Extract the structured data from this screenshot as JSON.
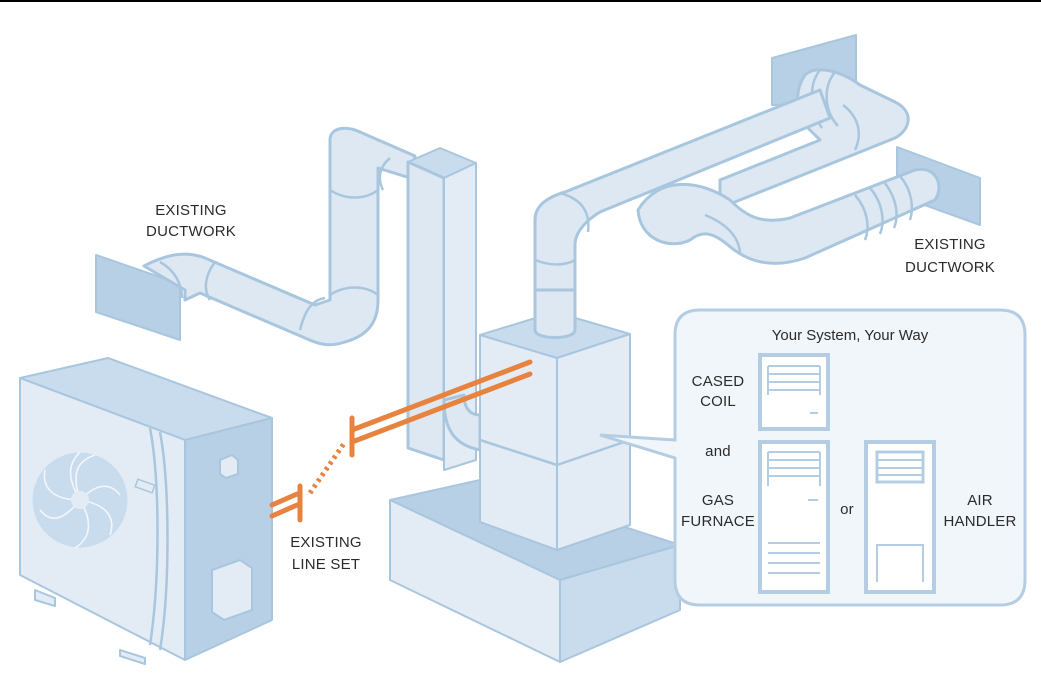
{
  "title": "Your System, Your Way",
  "labels": {
    "ductwork_left": [
      "EXISTING",
      "DUCTWORK"
    ],
    "ductwork_right": [
      "EXISTING",
      "DUCTWORK"
    ],
    "line_set": [
      "EXISTING",
      "LINE SET"
    ],
    "cased_coil": [
      "CASED",
      "COIL"
    ],
    "and": "and",
    "gas_furnace": [
      "GAS",
      "FURNACE"
    ],
    "or": "or",
    "air_handler": [
      "AIR",
      "HANDLER"
    ]
  },
  "colors": {
    "duct_fill": "#dde8f2",
    "duct_stroke": "#a9c6df",
    "line_set": "#e8823f",
    "panel_fill": "#f1f6fb",
    "text": "#2b2b2b"
  }
}
